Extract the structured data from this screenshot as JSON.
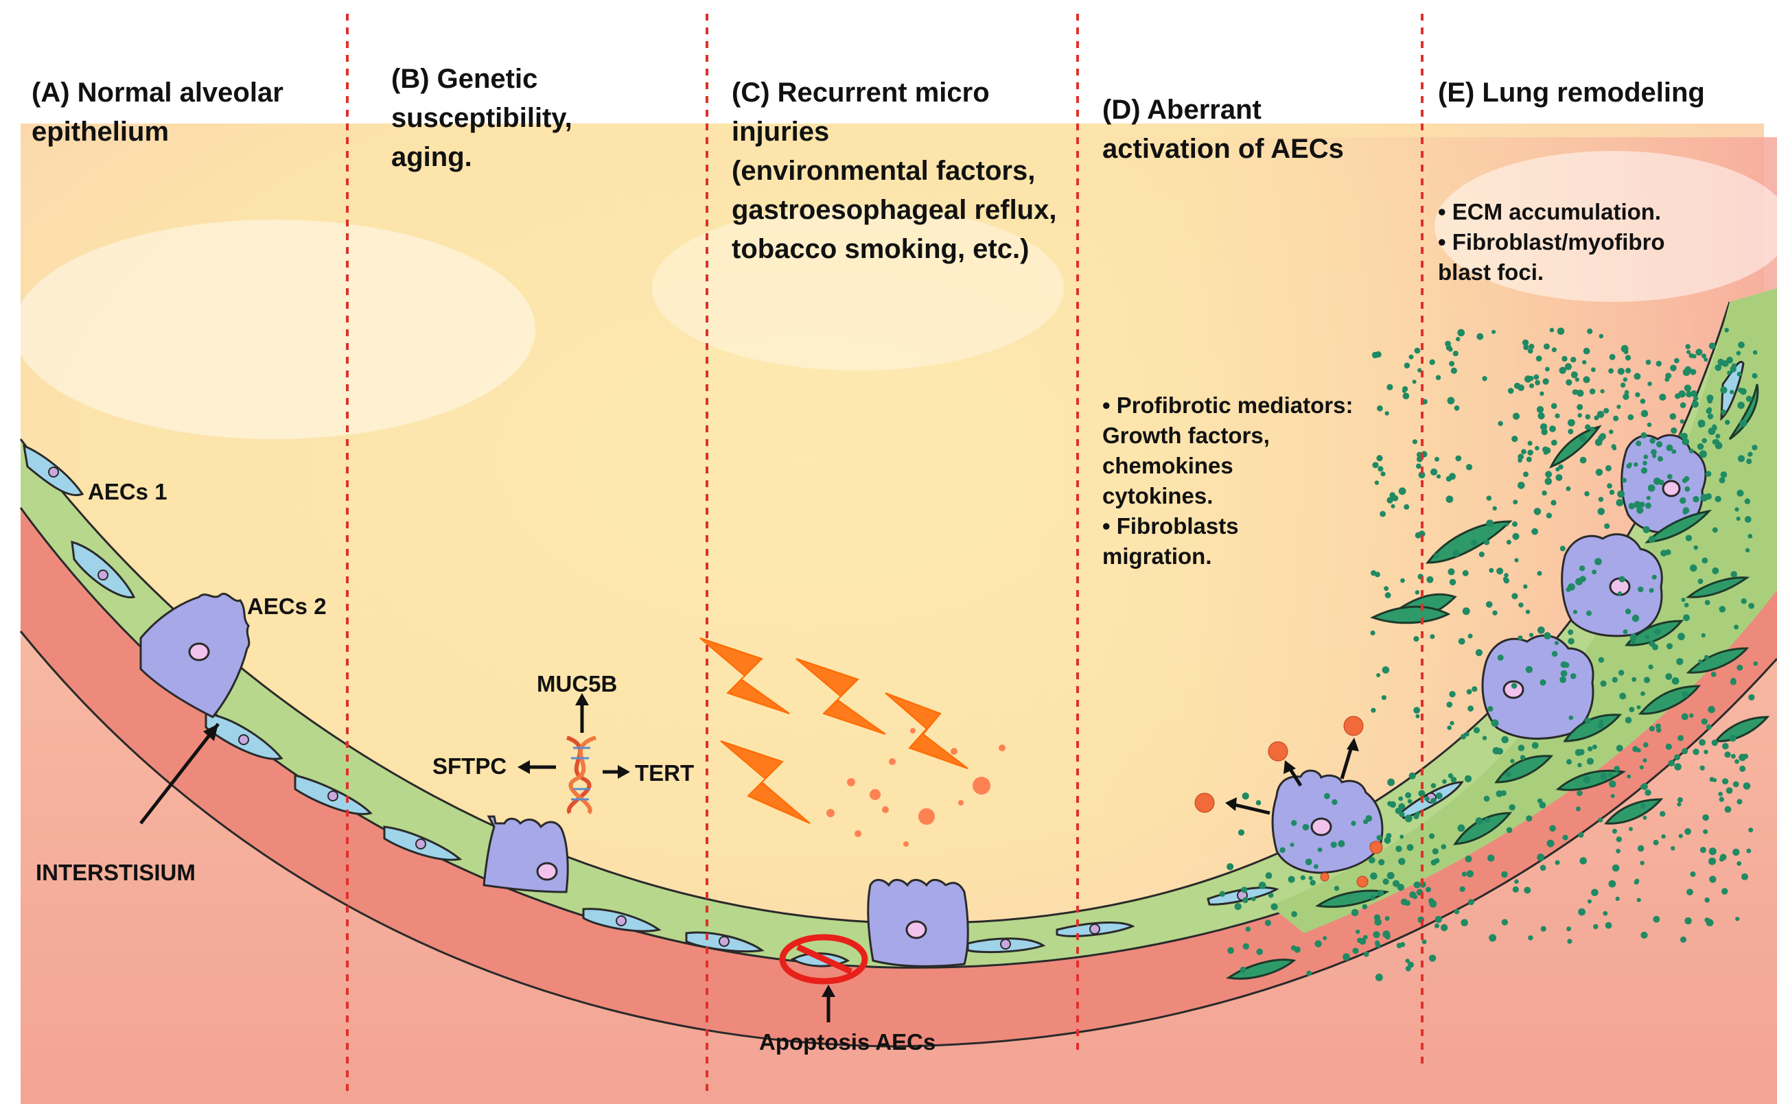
{
  "panels": {
    "a": {
      "lines": [
        "(A) Normal alveolar",
        "epithelium"
      ]
    },
    "b": {
      "lines": [
        "(B) Genetic",
        "susceptibility,",
        "aging."
      ]
    },
    "c": {
      "lines": [
        "(C) Recurrent micro",
        "injuries",
        " (environmental factors,",
        "gastroesophageal reflux,",
        "tobacco smoking, etc.)"
      ]
    },
    "d": {
      "lines": [
        "(D) Aberrant",
        "activation of AECs"
      ],
      "bullets": [
        "•   Profibrotic mediators:",
        "Growth factors,",
        "chemokines",
        "cytokines.",
        "•   Fibroblasts",
        "     migration."
      ]
    },
    "e": {
      "lines": [
        "(E) Lung remodeling"
      ],
      "bullets": [
        "•   ECM accumulation.",
        "•   Fibroblast/myofibro",
        "     blast foci."
      ]
    }
  },
  "labels": {
    "aecs1": "AECs 1",
    "aecs2": "AECs 2",
    "interstitium": "INTERSTISIUM",
    "muc5b": "MUC5B",
    "sftpc": "SFTPC",
    "tert": "TERT",
    "apoptosis": "Apoptosis AECs"
  },
  "colors": {
    "background_top": "#fde9b0",
    "background_bottom": "#f6b8a6",
    "interstitium_green": "#b9d98f",
    "vessel_red": "#ee8478",
    "aec2_purple": "#a7a8e8",
    "aec1_blue": "#9fd3ea",
    "fibroblast_green": "#2e9a6a",
    "lightning_orange": "#ff7a1a",
    "divider_red": "#e0302a",
    "apoptosis_ring": "#e8201a"
  }
}
